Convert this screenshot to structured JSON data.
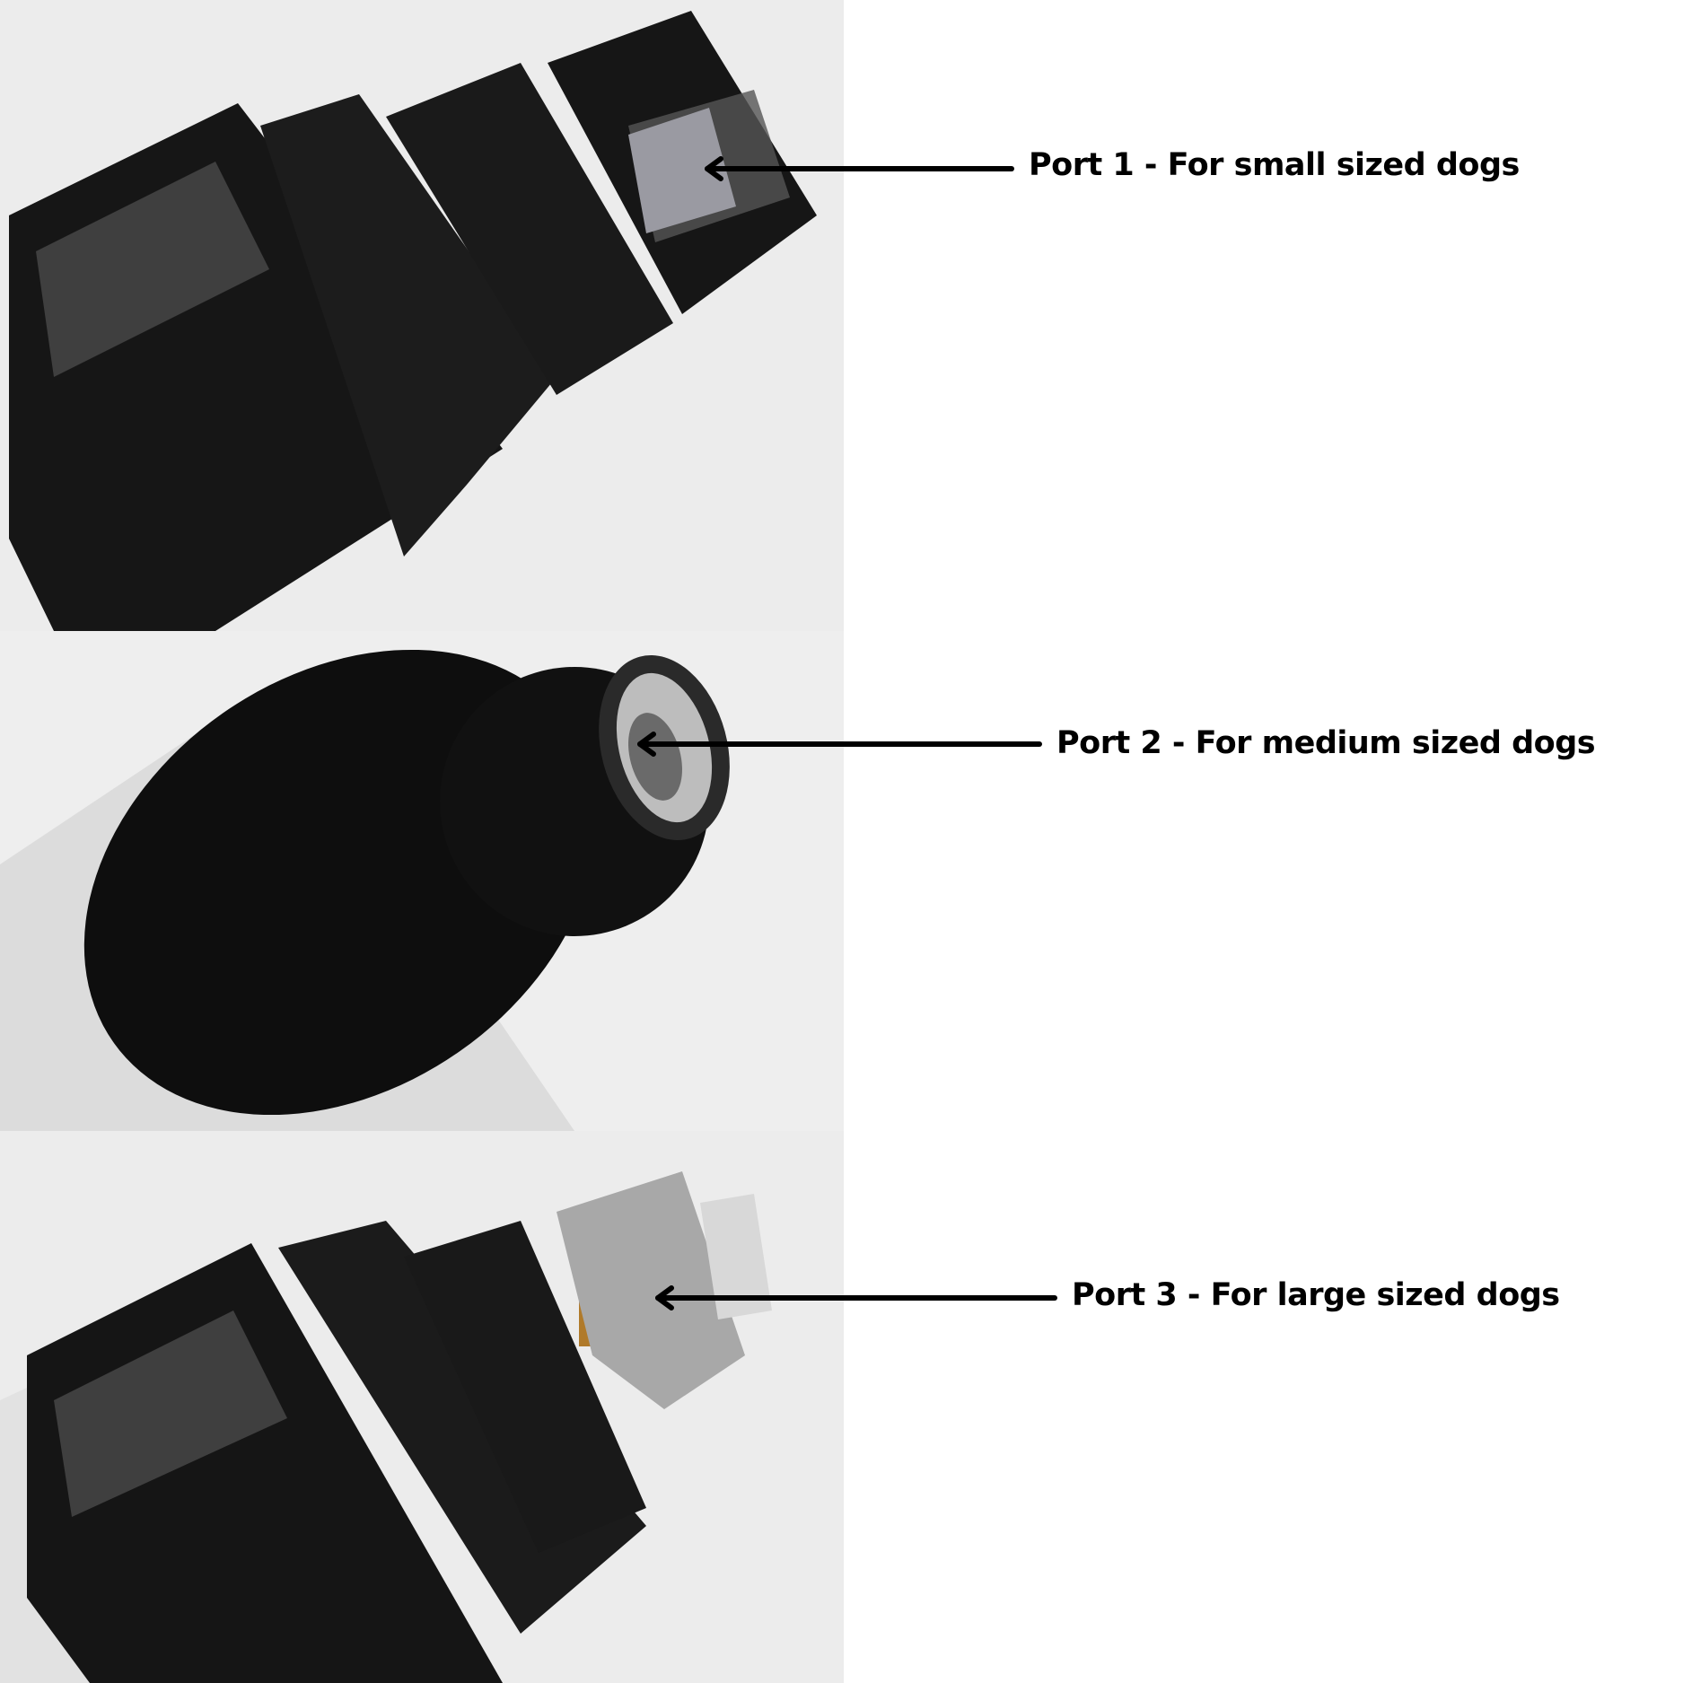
{
  "ports": [
    {
      "label": "Port 1 - For small sized dogs"
    },
    {
      "label": "Port 2 - For medium sized dogs"
    },
    {
      "label": "Port 3 - For large sized dogs"
    }
  ],
  "colors": {
    "text": "#000000",
    "device": "#141414",
    "background": "#ececec"
  }
}
